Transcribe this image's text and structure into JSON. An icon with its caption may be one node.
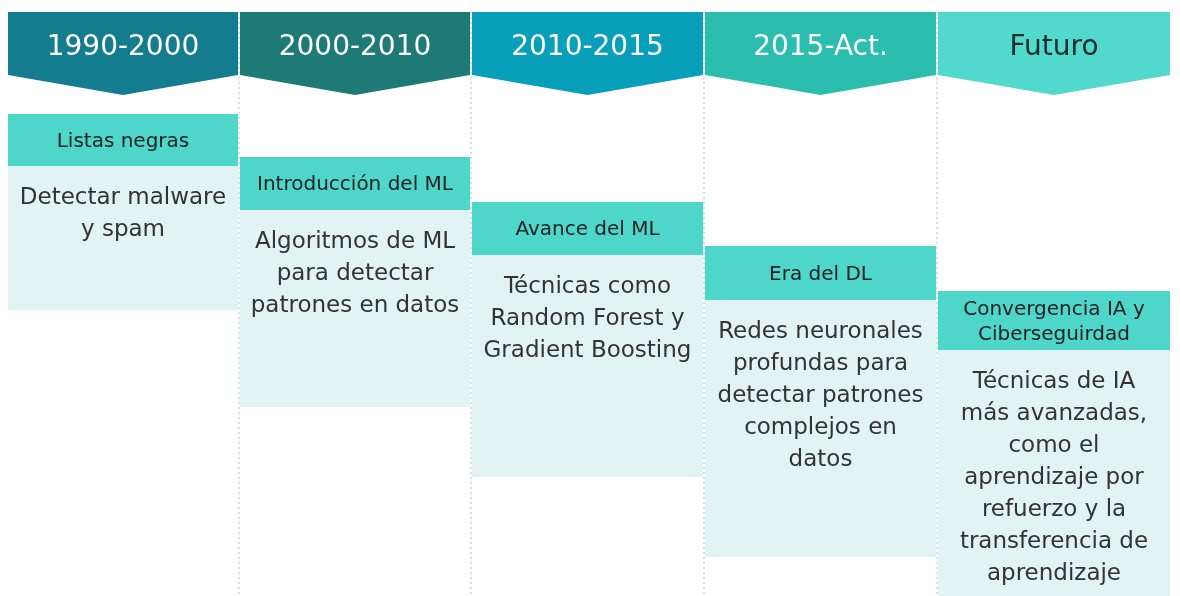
{
  "diagram": {
    "nodes": [
      {
        "text": [
          "1990-2000"
        ]
      },
      {
        "text": [
          "2000-2010"
        ]
      },
      {
        "text": [
          "2010-2015"
        ]
      },
      {
        "text": [
          "2015-Act."
        ]
      },
      {
        "text": [
          "Futuro"
        ]
      },
      {
        "text": [
          "Listas negras"
        ]
      },
      {
        "text": [
          "Detectar malware y spam"
        ]
      },
      {
        "text": [
          "Introducción del ML"
        ]
      },
      {
        "text": [
          "Algoritmos de ML para detectar patrones en datos"
        ]
      },
      {
        "text": [
          "Avance del ML"
        ]
      },
      {
        "text": [
          "Técnicas como Random Forest y Gradient Boosting"
        ]
      },
      {
        "text": [
          "Era del DL"
        ]
      },
      {
        "text": [
          "Redes neuronales profundas para detectar patrones complejos en datos"
        ]
      },
      {
        "text": [
          "Convergencia IA y Ciberseguirdad"
        ]
      },
      {
        "text": [
          "Técnicas de IA más avanzadas, como el aprendizaje por refuerzo y la transferencia de aprendizaje"
        ]
      }
    ]
  }
}
